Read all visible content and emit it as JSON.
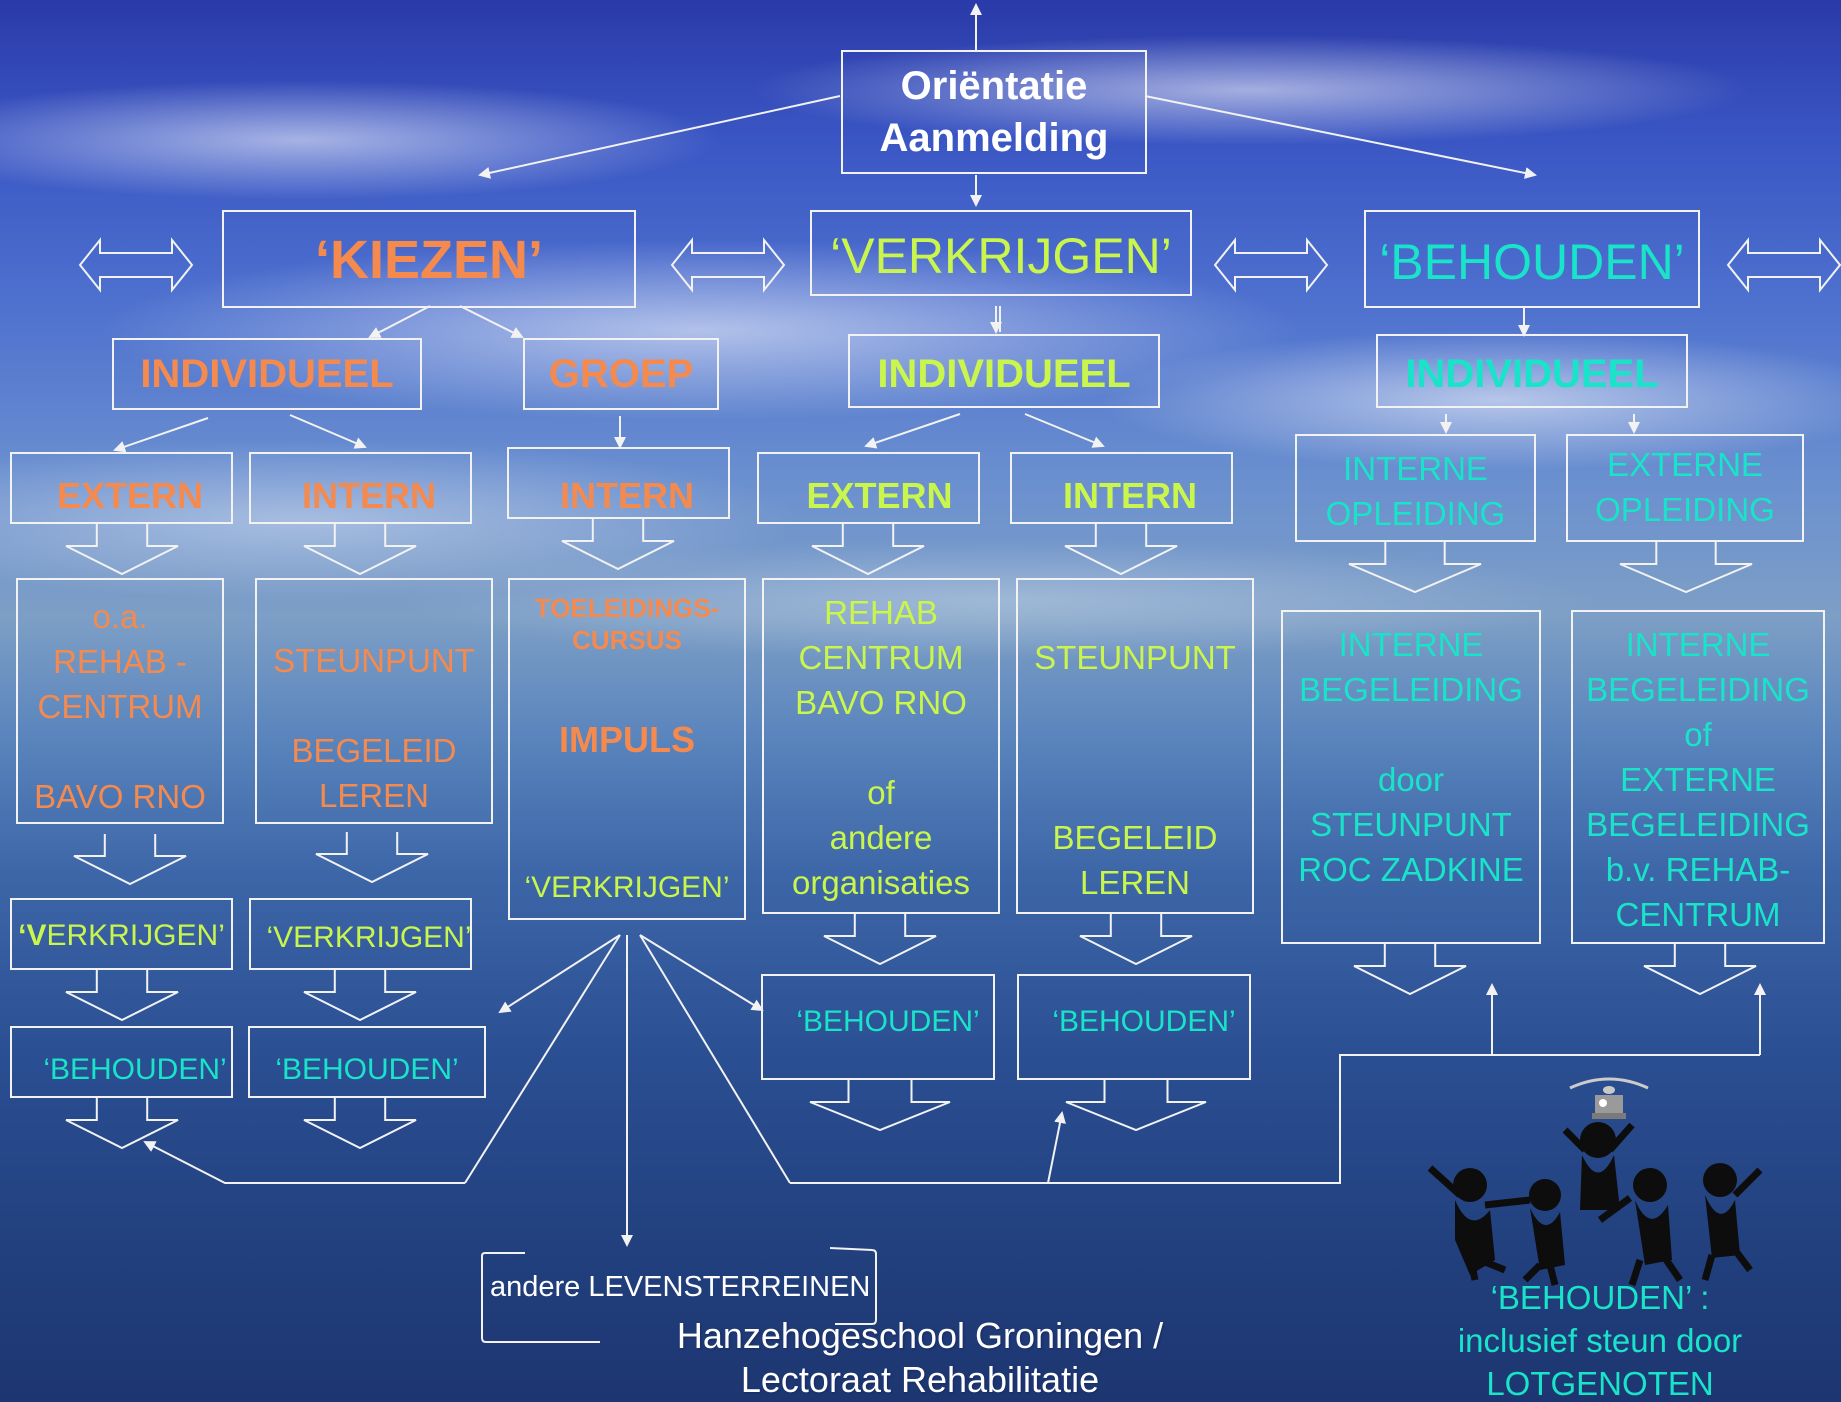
{
  "top": {
    "line1": "Oriëntatie",
    "line2": "Aanmelding"
  },
  "kiezen": {
    "title": "‘KIEZEN’",
    "individueel": "INDIVIDUEEL",
    "groep": "GROEP",
    "extern": "EXTERN",
    "intern1": "INTERN",
    "intern2": "INTERN",
    "extern_box": [
      "o.a.",
      "REHAB -",
      "CENTRUM",
      "",
      "BAVO RNO"
    ],
    "intern_box": [
      "STEUNPUNT",
      "",
      "BEGELEID",
      "LEREN"
    ],
    "groep_box": {
      "line1": "TOELEIDINGS-",
      "line2": "CURSUS",
      "impuls": "IMPULS",
      "verkrijgen": "‘VERKRIJGEN’"
    },
    "verkrijgen1_first": "‘V",
    "verkrijgen1_rest": "ERKRIJGEN’",
    "verkrijgen2": "‘VERKRIJGEN’",
    "behouden1": "‘BEHOUDEN’",
    "behouden2": "‘BEHOUDEN’"
  },
  "verkrijgen": {
    "title": "‘VERKRIJGEN’",
    "individueel": "INDIVIDUEEL",
    "extern": "EXTERN",
    "intern": "INTERN",
    "extern_box": [
      "REHAB",
      "CENTRUM",
      "BAVO RNO",
      "",
      "of",
      "andere",
      "organisaties"
    ],
    "intern_box": [
      "STEUNPUNT",
      "",
      "",
      "",
      "BEGELEID",
      "LEREN"
    ],
    "behouden1": "‘BEHOUDEN’",
    "behouden2": "‘BEHOUDEN’"
  },
  "behouden": {
    "title": "‘BEHOUDEN’",
    "individueel": "INDIVIDUEEL",
    "interne_opleiding": [
      "INTERNE",
      "OPLEIDING"
    ],
    "externe_opleiding": [
      "EXTERNE",
      "OPLEIDING"
    ],
    "interne_box": [
      "INTERNE",
      "BEGELEIDING",
      "",
      "door",
      "STEUNPUNT",
      "ROC ZADKINE"
    ],
    "externe_box": [
      "INTERNE",
      "BEGELEIDING",
      "of",
      "EXTERNE",
      "BEGELEIDING",
      "b.v.  REHAB-",
      "CENTRUM"
    ],
    "lotgenoten": [
      "‘BEHOUDEN’ :",
      "inclusief steun door",
      "LOTGENOTEN"
    ]
  },
  "levensterreinen": {
    "prefix": "andere ",
    "main": "LEVENSTERREINEN"
  },
  "footer": {
    "line1": "Hanzehogeschool Groningen /",
    "line2": "Lectoraat Rehabilitatie"
  },
  "colors": {
    "orange": "#f58a4f",
    "lime": "#c9f54c",
    "cyan": "#19e3c8",
    "lines": "#f2f2f2"
  }
}
